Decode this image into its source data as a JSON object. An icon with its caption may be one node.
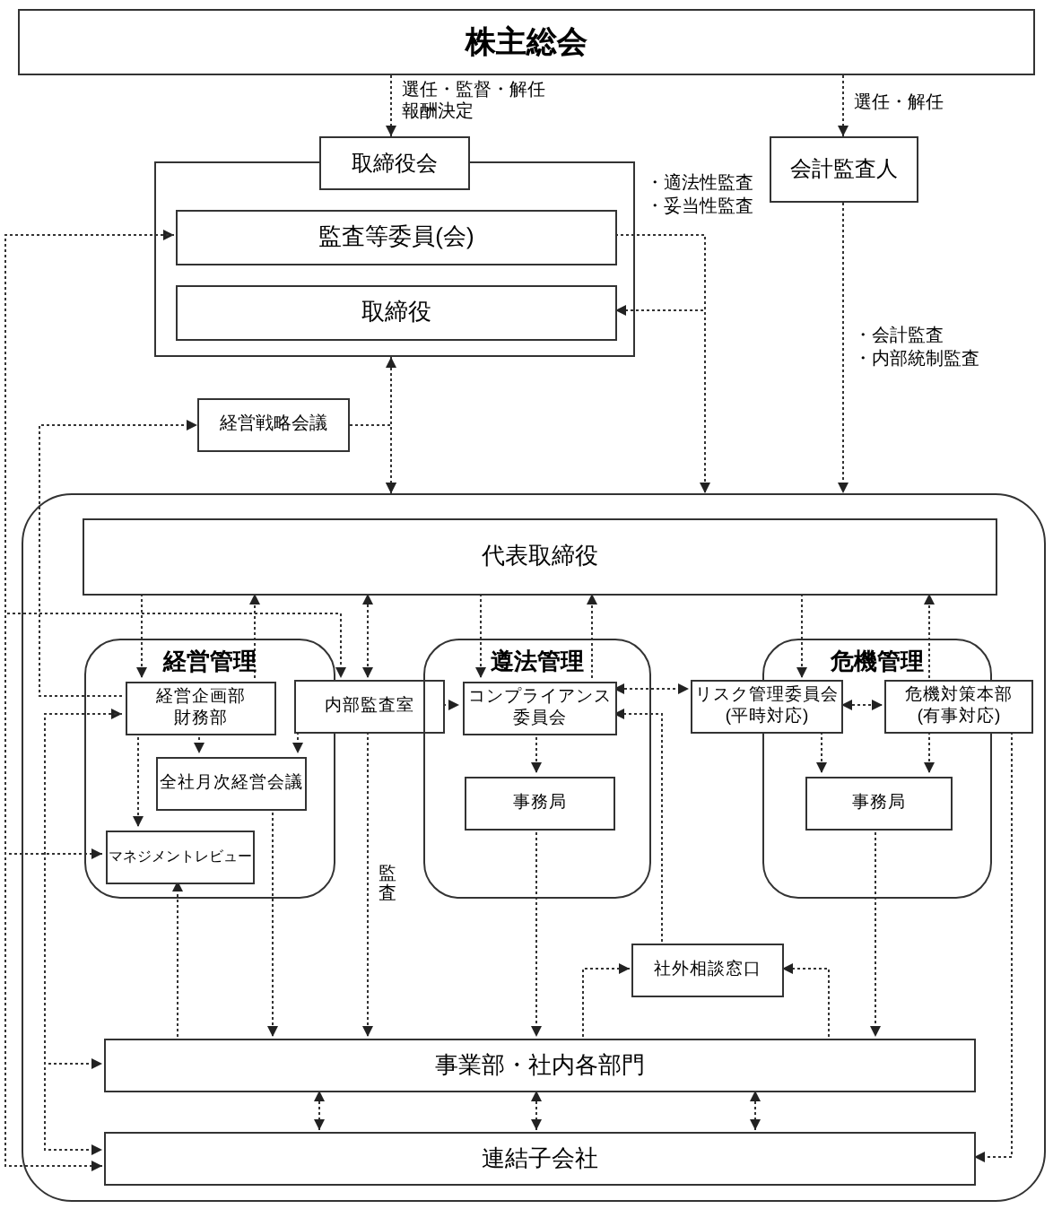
{
  "diagram": {
    "nodes": [
      {
        "text": [
          "株主総会"
        ]
      },
      {
        "text": [
          "取締役会"
        ]
      },
      {
        "text": [],
        "shape": "box"
      },
      {
        "text": [
          "監査等委員(会)"
        ],
        "in": 2
      },
      {
        "text": [
          "取締役"
        ],
        "in": 2
      },
      {
        "text": [
          "会計監査人"
        ]
      },
      {
        "text": [
          "経営戦略会議"
        ]
      },
      {
        "text": [],
        "shape": "box"
      },
      {
        "text": [
          "代表取締役"
        ],
        "in": 7
      },
      {
        "text": [
          "経営管理"
        ],
        "in": 7
      },
      {
        "text": [
          "経営企画部",
          "財務部"
        ],
        "in": 9
      },
      {
        "text": [
          "全社月次経営会議"
        ],
        "in": 9
      },
      {
        "text": [
          "マネジメントレビュー"
        ],
        "in": 9
      },
      {
        "text": [
          "内部監査室"
        ],
        "in": 7
      },
      {
        "text": [
          "遵法管理"
        ],
        "in": 7
      },
      {
        "text": [
          "コンプライアンス委員会"
        ],
        "in": 14
      },
      {
        "text": [
          "事務局"
        ],
        "in": 14
      },
      {
        "text": [
          "危機管理"
        ],
        "in": 7
      },
      {
        "text": [
          "リスク管理委員会",
          "(平時対応)"
        ],
        "in": 7
      },
      {
        "text": [
          "危機対策本部",
          "(有事対応)"
        ],
        "in": 7
      },
      {
        "text": [
          "事務局"
        ],
        "in": 17
      },
      {
        "text": [
          "社外相談窓口"
        ],
        "in": 7
      },
      {
        "text": [
          "事業部・社内各部門"
        ],
        "in": 7
      },
      {
        "text": [
          "連結子会社"
        ],
        "in": 7
      }
    ],
    "edges": [
      {
        "from": 0,
        "to": 1,
        "arrow": "to",
        "label": "選任・監督・解任報酬決定"
      },
      {
        "from": 0,
        "to": 5,
        "arrow": "to",
        "label": "選任・解任"
      },
      {
        "from": 3,
        "to": 7,
        "arrow": "to"
      },
      {
        "from": 3,
        "to": 4,
        "arrow": "to"
      },
      {
        "from": 5,
        "to": 7,
        "arrow": "to"
      },
      {
        "from": 2,
        "to": 7,
        "arrow": "both"
      },
      {
        "from": 6,
        "to": 7,
        "arrow": "to"
      },
      {
        "from": 3,
        "to": 13,
        "arrow": "both"
      },
      {
        "from": 3,
        "to": 12,
        "arrow": "to"
      },
      {
        "from": 3,
        "to": 23,
        "arrow": "to"
      },
      {
        "from": 10,
        "to": 6,
        "arrow": "to"
      },
      {
        "from": 10,
        "to": 22,
        "arrow": "both"
      },
      {
        "from": 10,
        "to": 23,
        "arrow": "to"
      },
      {
        "from": 8,
        "to": 10,
        "arrow": "to"
      },
      {
        "from": 10,
        "to": 8,
        "arrow": "to"
      },
      {
        "from": 8,
        "to": 13,
        "arrow": "both"
      },
      {
        "from": 8,
        "to": 15,
        "arrow": "to"
      },
      {
        "from": 15,
        "to": 8,
        "arrow": "to"
      },
      {
        "from": 8,
        "to": 18,
        "arrow": "to"
      },
      {
        "from": 19,
        "to": 8,
        "arrow": "to"
      },
      {
        "from": 13,
        "to": 15,
        "arrow": "to"
      },
      {
        "from": 15,
        "to": 18,
        "arrow": "both"
      },
      {
        "from": 18,
        "to": 19,
        "arrow": "both"
      },
      {
        "from": 21,
        "to": 15,
        "arrow": "to"
      },
      {
        "from": 15,
        "to": 16,
        "arrow": "to"
      },
      {
        "from": 18,
        "to": 20,
        "arrow": "to"
      },
      {
        "from": 19,
        "to": 20,
        "arrow": "to"
      },
      {
        "from": 10,
        "to": 11,
        "arrow": "to"
      },
      {
        "from": 10,
        "to": 12,
        "arrow": "to"
      },
      {
        "from": 13,
        "to": 11,
        "arrow": "to"
      },
      {
        "from": 11,
        "to": 22,
        "arrow": "to"
      },
      {
        "from": 22,
        "to": 12,
        "arrow": "to"
      },
      {
        "from": 13,
        "to": 22,
        "arrow": "to",
        "label": "監査"
      },
      {
        "from": 16,
        "to": 22,
        "arrow": "to"
      },
      {
        "from": 20,
        "to": 22,
        "arrow": "to"
      },
      {
        "from": 22,
        "to": 21,
        "arrow": "to"
      },
      {
        "from": 22,
        "to": 21,
        "arrow": "to"
      },
      {
        "from": 22,
        "to": 23,
        "arrow": "both"
      },
      {
        "from": 22,
        "to": 23,
        "arrow": "both"
      },
      {
        "from": 22,
        "to": 23,
        "arrow": "both"
      },
      {
        "from": 19,
        "to": 23,
        "arrow": "to"
      }
    ],
    "labels": [
      "・適法性監査",
      "・妥当性監査",
      "・会計監査",
      "・内部統制監査"
    ]
  }
}
